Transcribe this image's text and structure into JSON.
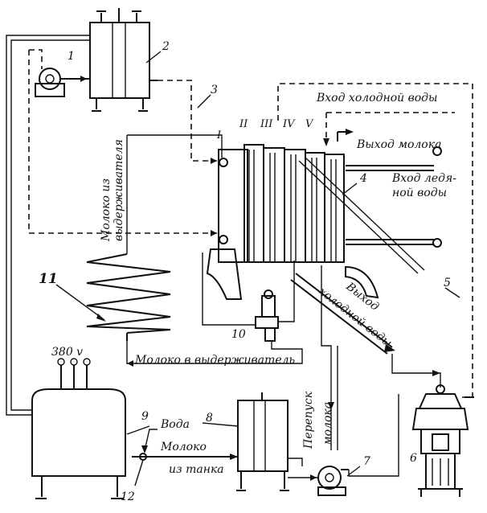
{
  "labels": {
    "n1": "1",
    "n2": "2",
    "n3": "3",
    "n4": "4",
    "n5": "5",
    "n6": "6",
    "n7": "7",
    "n8": "8",
    "n9": "9",
    "n10": "10",
    "n11": "11",
    "n12": "12",
    "r1": "I",
    "r2": "II",
    "r3": "III",
    "r4": "IV",
    "r5": "V",
    "voltage": "380 v",
    "cold_water_in": "Вход холодной воды",
    "milk_out": "Выход молока",
    "ice_water_in_1": "Вход ледя-",
    "ice_water_in_2": "ной воды",
    "milk_from_holder_1": "Молоко из",
    "milk_from_holder_2": "выдерживателя",
    "cold_water_out_1": "Выход",
    "cold_water_out_2": "холодной воды",
    "milk_to_holder": "Молоко в выдерживатель",
    "bypass_1": "Перепуск",
    "bypass_2": "молока",
    "water": "Вода",
    "milk_from_tank_1": "Молоко",
    "milk_from_tank_2": "из танка"
  }
}
